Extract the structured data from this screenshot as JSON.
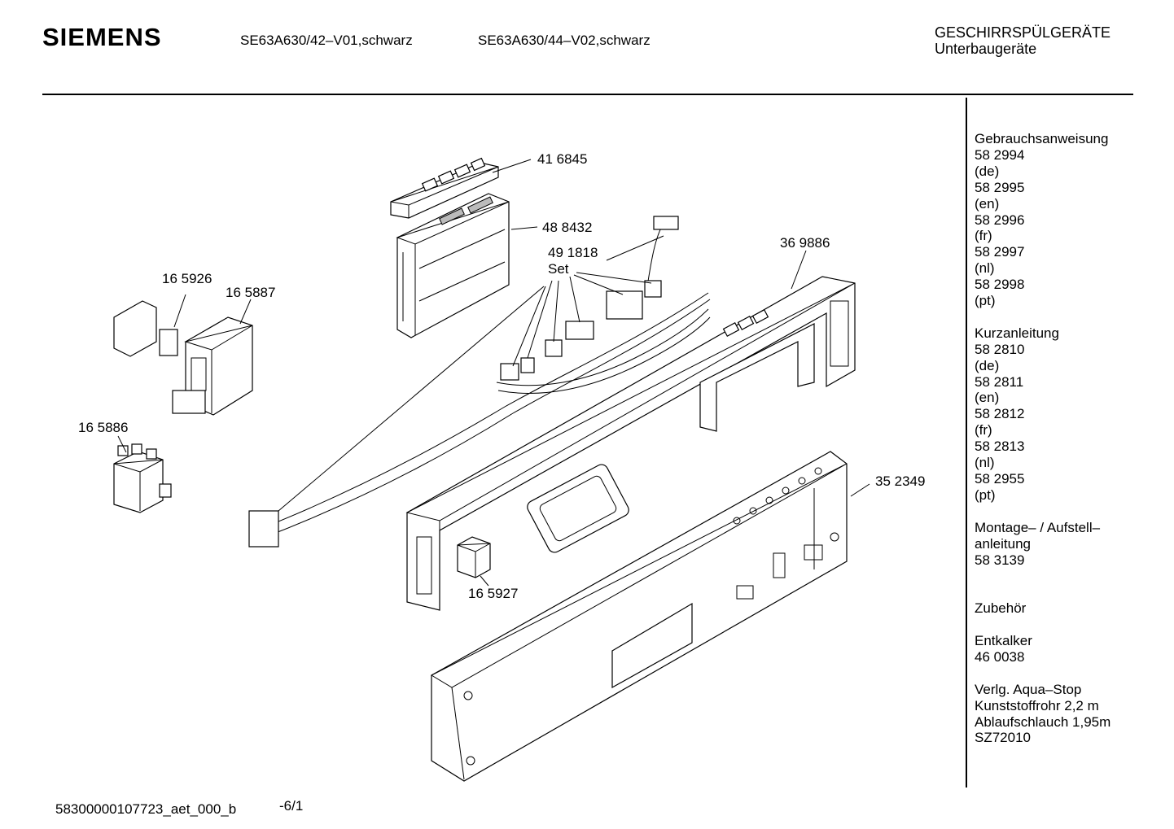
{
  "header": {
    "brand": "SIEMENS",
    "model_1": "SE63A630/42–V01,schwarz",
    "model_2": "SE63A630/44–V02,schwarz",
    "category": "GESCHIRRSPÜLGERÄTE",
    "subcategory": "Unterbaugeräte"
  },
  "parts": {
    "p416845": "41 6845",
    "p488432": "48 8432",
    "p491818": "49 1818",
    "set": "Set",
    "p369886": "36 9886",
    "p165926": "16 5926",
    "p165887": "16 5887",
    "p165886": "16 5886",
    "p352349": "35 2349",
    "p165927": "16 5927"
  },
  "sidebar": {
    "groups": [
      {
        "lines": [
          "Gebrauchsanweisung",
          "58 2994",
          "(de)",
          "58 2995",
          "(en)",
          "58 2996",
          "(fr)",
          "58 2997",
          "(nl)",
          "58 2998",
          "(pt)"
        ]
      },
      {
        "lines": [
          "Kurzanleitung",
          "58 2810",
          "(de)",
          "58 2811",
          "(en)",
          "58 2812",
          "(fr)",
          "58 2813",
          "(nl)",
          "58 2955",
          "(pt)"
        ]
      },
      {
        "lines": [
          "Montage– / Aufstell–",
          "anleitung",
          "58 3139"
        ]
      },
      {
        "lines": [
          "",
          "Zubehör"
        ]
      },
      {
        "lines": [
          "Entkalker",
          "46 0038"
        ]
      },
      {
        "lines": [
          "Verlg. Aqua–Stop",
          "Kunststoffrohr 2,2 m",
          "Ablaufschlauch 1,95m",
          "SZ72010"
        ]
      }
    ]
  },
  "footer": {
    "doc_id": "58300000107723_aet_000_b",
    "page": "-6/1"
  }
}
